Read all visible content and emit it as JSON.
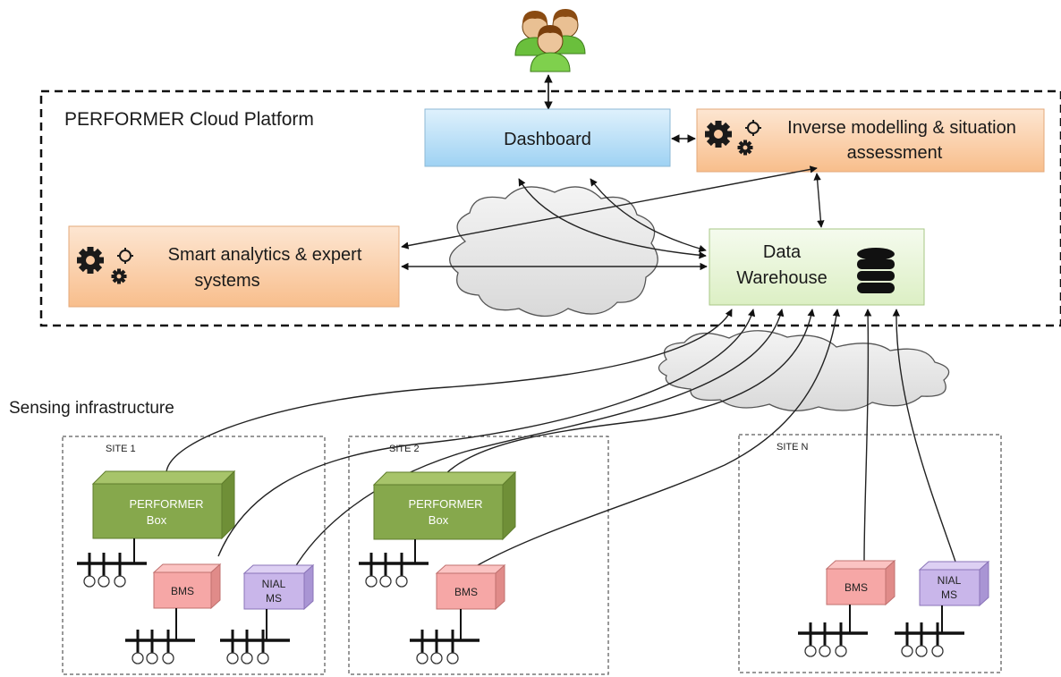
{
  "platform": {
    "title": "PERFORMER  Cloud  Platform",
    "dashboard": "Dashboard",
    "inverse_line1": "Inverse modelling & situation",
    "inverse_line2": "assessment",
    "smart_line1": "Smart analytics & expert",
    "smart_line2": "systems",
    "warehouse_line1": "Data",
    "warehouse_line2": "Warehouse"
  },
  "sensing": {
    "title": "Sensing infrastructure",
    "sites": [
      {
        "label": "SITE  1",
        "box_line1": "PERFORMER",
        "box_line2": "Box",
        "bms": "BMS",
        "nial_line1": "NIAL",
        "nial_line2": "MS"
      },
      {
        "label": "SITE  2",
        "box_line1": "PERFORMER",
        "box_line2": "Box",
        "bms": "BMS"
      },
      {
        "label": "SITE  N",
        "bms": "BMS",
        "nial_line1": "NIAL",
        "nial_line2": "MS"
      }
    ]
  },
  "icons": {
    "users": "users-group-icon",
    "gears": "gears-icon",
    "database": "database-icon",
    "cloud": "cloud-icon",
    "sensor_bus": "sensor-bus-icon"
  },
  "colors": {
    "dashboard_fill": "#b3dcf5",
    "orange_fill": "#fbcfa8",
    "warehouse_fill": "#e9f7d6",
    "performer_box": "#86a84c",
    "bms_box": "#f6a7a6",
    "nial_box": "#c9b6ea"
  }
}
